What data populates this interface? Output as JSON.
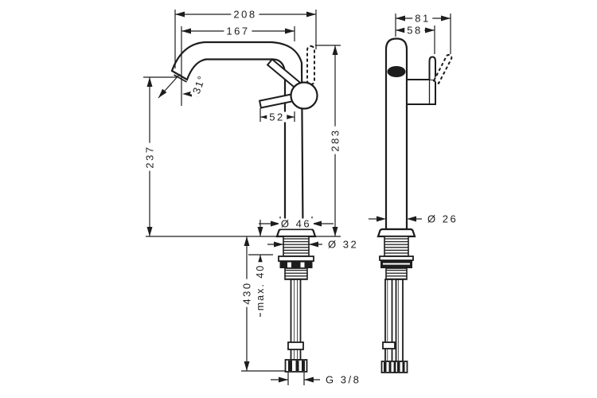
{
  "side_view": {
    "depth_total": "208",
    "spout_reach": "167",
    "spout_angle": "31°",
    "lever_reach": "52",
    "spout_height": "237",
    "total_height": "283",
    "base_diameter": "Ø 46",
    "shank_diameter": "Ø 32",
    "hose_length": "430",
    "max_counter_thickness": "max. 40",
    "connection_thread": "G 3/8"
  },
  "front_view": {
    "width_total": "81",
    "width_to_lever": "58",
    "body_diameter": "Ø 26"
  },
  "colors": {
    "line": "#1d1d1d",
    "background": "#ffffff"
  }
}
